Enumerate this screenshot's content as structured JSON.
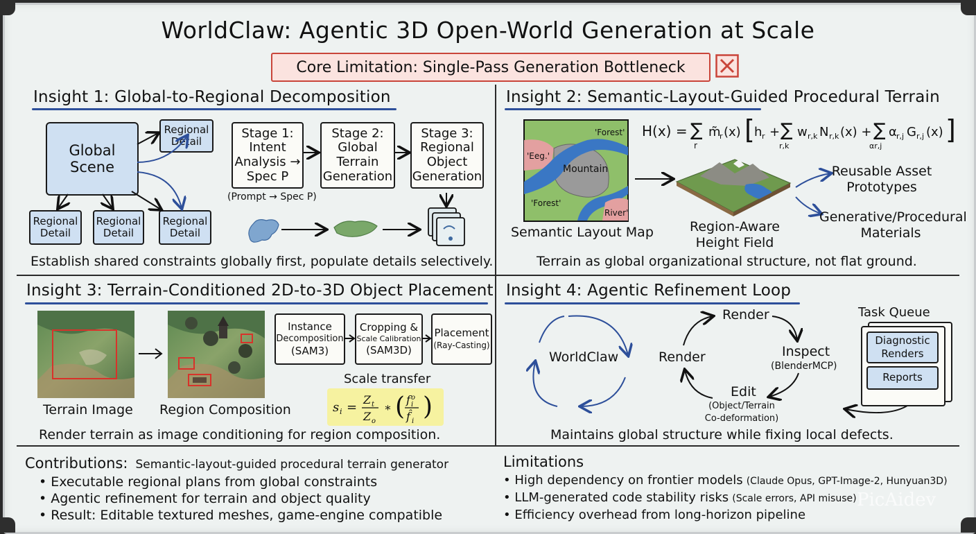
{
  "title": "WorldClaw: Agentic 3D Open-World Generation at Scale",
  "core_limitation": "Core Limitation: Single-Pass Generation Bottleneck",
  "insight1": {
    "title": "Insight 1: Global-to-Regional Decomposition",
    "global_scene": [
      "Global",
      "Scene"
    ],
    "regional_detail": "Regional Detail",
    "stage1": "Stage 1: Intent Analysis → Spec P",
    "stage2": "Stage 2: Global Terrain Generation",
    "stage3": "Stage 3: Regional Object Generation",
    "prompt_spec": "(Prompt → Spec P)",
    "caption": "Establish shared constraints globally first, populate details selectively."
  },
  "insight2": {
    "title": "Insight 2: Semantic-Layout-Guided Procedural Terrain",
    "map_labels": {
      "forest_top": "'Forest'",
      "eeg": "'Eeg.'",
      "mountain": "Mountain",
      "forest_bottom": "'Forest'",
      "river": "River'"
    },
    "semantic_map_label": "Semantic Layout Map",
    "height_field_label": "Region-Aware Height Field",
    "reusable": "Reusable Asset Prototypes",
    "materials": "Generative/Procedural Materials",
    "caption": "Terrain as global organizational structure, not flat ground."
  },
  "insight3": {
    "title": "Insight 3: Terrain-Conditioned 2D-to-3D Object Placement",
    "terrain_image": "Terrain Image",
    "region_composition": "Region Composition",
    "instance": [
      "Instance",
      "Decomposition",
      "(SAM3)"
    ],
    "cropping": [
      "Cropping &",
      "Scale Calibration",
      "(SAM3D)"
    ],
    "placement": [
      "Placement",
      "(Ray-Casting)"
    ],
    "scale_transfer": "Scale transfer",
    "caption": "Render terrain as image conditioning for region composition."
  },
  "insight4": {
    "title": "Insight 4: Agentic Refinement Loop",
    "worldclaw": "WorldClaw",
    "render_top": "Render",
    "render_left": "Render",
    "inspect": "Inspect",
    "inspect_sub": "(BlenderMCP)",
    "edit": "Edit",
    "edit_sub": [
      "(Object/Terrain",
      "Co-deformation)"
    ],
    "task_queue": "Task Queue",
    "diagnostic": [
      "Diagnostic",
      "Renders"
    ],
    "reports": "Reports",
    "caption": "Maintains global structure while fixing local defects."
  },
  "contributions": {
    "heading": "Contributions:",
    "first": "Semantic-layout-guided procedural terrain generator",
    "items": [
      "• Executable regional plans from global constraints",
      "• Agentic refinement for terrain and object quality",
      "• Result: Editable textured meshes, game-engine compatible"
    ]
  },
  "limitations": {
    "heading": "Limitations",
    "items": [
      {
        "main": "• High dependency on frontier models",
        "note": "(Claude Opus, GPT-Image-2, Hunyuan3D)"
      },
      {
        "main": "• LLM-generated code stability risks",
        "note": "(Scale errors, API misuse)"
      },
      {
        "main": "• Efficiency overhead from long-horizon pipeline",
        "note": ""
      }
    ]
  },
  "watermark": "PicAidev"
}
